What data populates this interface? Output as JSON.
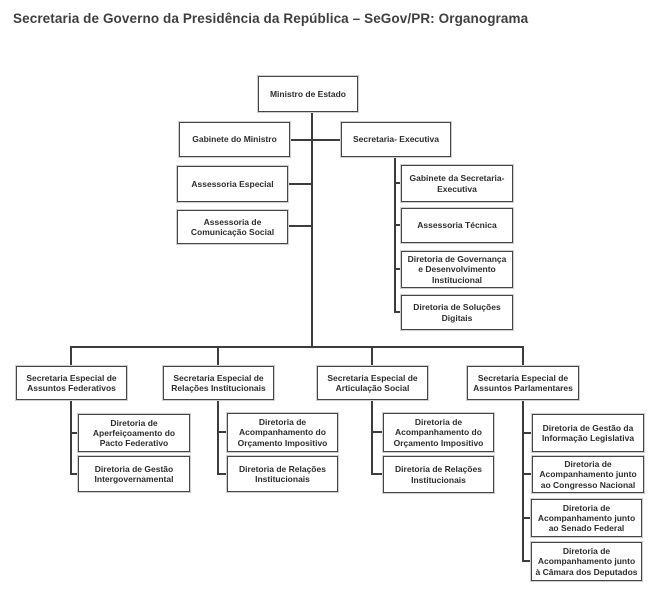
{
  "page_title": "Secretaria de Governo da Presidência da República – SeGov/PR: Organograma",
  "org": {
    "ministro": {
      "label": "Ministro de Estado"
    },
    "staff": [
      {
        "label": "Gabinete do Ministro"
      },
      {
        "label": "Assessoria Especial"
      },
      {
        "label": "Assessoria de Comunicação Social"
      }
    ],
    "secretaria_executiva": {
      "label": "Secretaria- Executiva",
      "children": [
        {
          "label": "Gabinete da Secretaria-Executiva"
        },
        {
          "label": "Assessoria Técnica"
        },
        {
          "label": "Diretoria de Governança e Desenvolvimento Institucional"
        },
        {
          "label": "Diretoria de Soluções Digitais"
        }
      ]
    },
    "secretarias_especiais": [
      {
        "label": "Secretaria Especial de Assuntos Federativos",
        "children": [
          {
            "label": "Diretoria de Aperfeiçoamento do Pacto Federativo"
          },
          {
            "label": "Diretoria de Gestão Intergovernamental"
          }
        ]
      },
      {
        "label": "Secretaria Especial de Relações Institucionais",
        "children": [
          {
            "label": "Diretoria de Acompanhamento do Orçamento Impositivo"
          },
          {
            "label": "Diretoria de Relações Institucionais"
          }
        ]
      },
      {
        "label": "Secretaria Especial de Articulação Social",
        "children": [
          {
            "label": "Diretoria de Acompanhamento do Orçamento Impositivo"
          },
          {
            "label": "Diretoria de Relações Institucionais"
          }
        ]
      },
      {
        "label": "Secretaria Especial de Assuntos Parlamentares",
        "children": [
          {
            "label": "Diretoria de Gestão da Informação Legislativa"
          },
          {
            "label": "Diretoria de Acompanhamento junto ao Congresso Nacional"
          },
          {
            "label": "Diretoria de Acompanhamento junto ao Senado Federal"
          },
          {
            "label": "Diretoria de Acompanhamento junto à Câmara dos Deputados"
          }
        ]
      }
    ]
  },
  "colors": {
    "background": "#ffffff",
    "box_border": "#454545",
    "box_halo": "#cfcfcf",
    "text": "#2d2d2d",
    "connector_line": "#3c3c3c",
    "title_text": "#3f3f3f"
  }
}
